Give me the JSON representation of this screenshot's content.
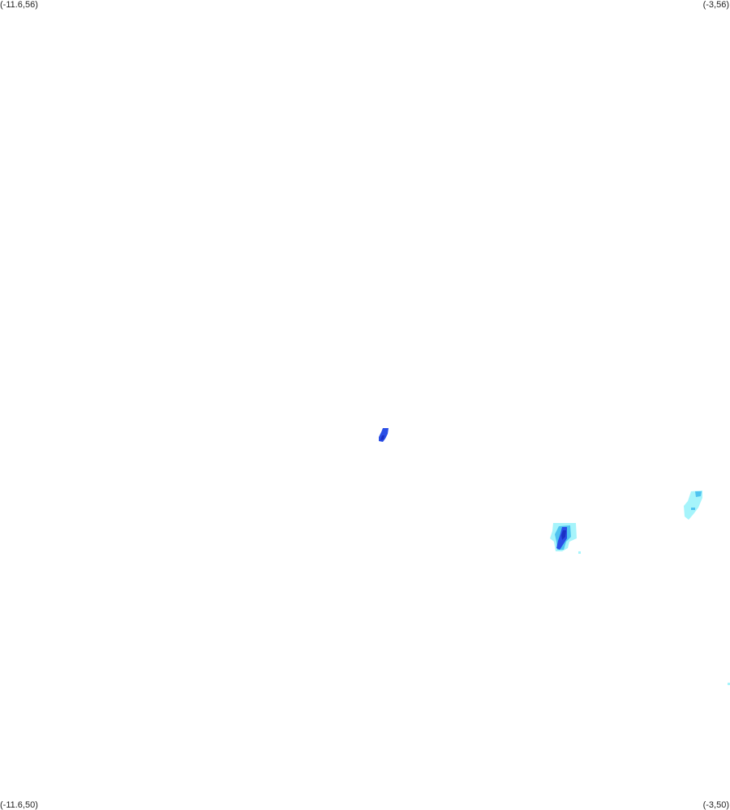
{
  "map": {
    "bounds": {
      "lon_min": -11.6,
      "lon_max": -3,
      "lat_min": 50,
      "lat_max": 56
    },
    "corners": {
      "top_left": "(-11.6,56)",
      "top_right": "(-3,56)",
      "bottom_left": "(-11.6,50)",
      "bottom_right": "(-3,50)"
    },
    "intensity_colors": {
      "light": "#a6f4fb",
      "medium": "#4fc3f0",
      "strong": "#2a4ee6",
      "very_strong": "#1a2fc4"
    }
  }
}
